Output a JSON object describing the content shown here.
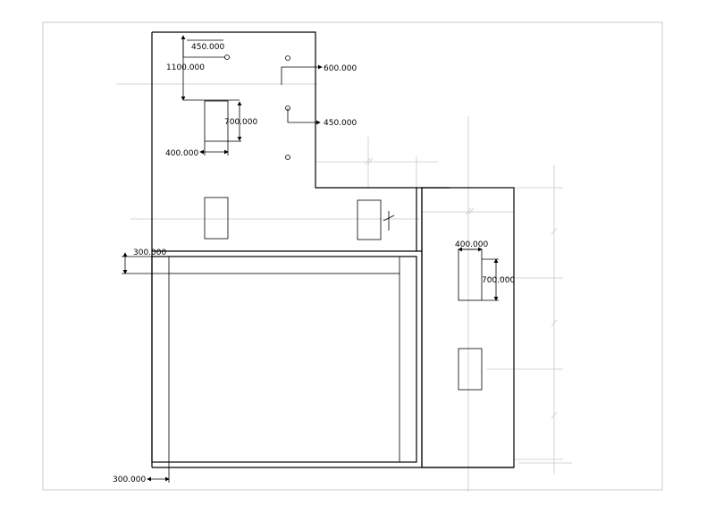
{
  "dimensions": {
    "d_450_top": "450.000",
    "d_1100": "1100.000",
    "d_600": "600.000",
    "d_700_left": "700.000",
    "d_450_mid": "450.000",
    "d_400_left": "400.000",
    "d_300_side": "300.000",
    "d_400_right": "400.000",
    "d_700_right": "700.000",
    "d_300_bottom": "300.000"
  },
  "colors": {
    "line": "#000000",
    "guide": "#c8c8c8",
    "frame": "#bdbdbd"
  }
}
